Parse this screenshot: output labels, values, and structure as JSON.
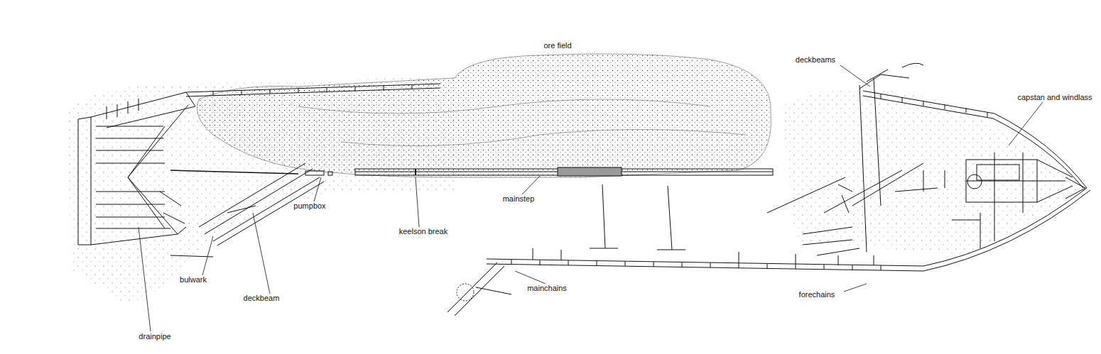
{
  "diagram": {
    "labels": [
      "ore field",
      "deckbeams",
      "capstan and windlass",
      "pumpbox",
      "mainstep",
      "keelson break",
      "bulwark",
      "deckbeam",
      "drainpipe",
      "mainchains",
      "forechains"
    ]
  }
}
